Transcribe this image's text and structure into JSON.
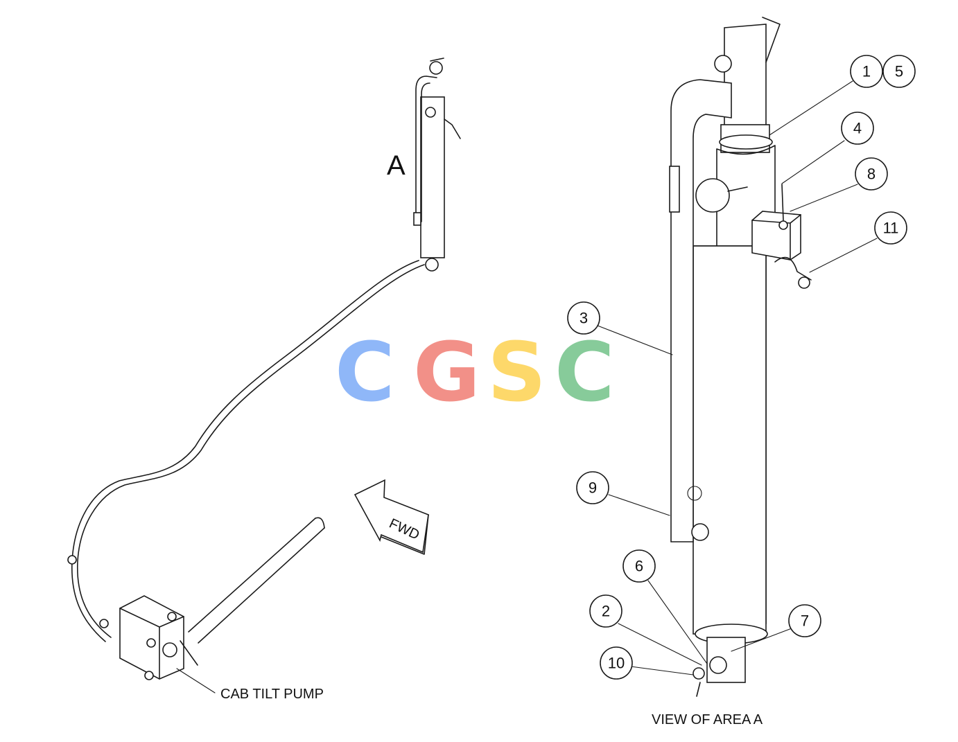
{
  "labels": {
    "area_marker": "A",
    "pump": "CAB TILT PUMP",
    "view": "VIEW OF AREA A",
    "arrow": "FWD"
  },
  "callouts": [
    {
      "id": "1",
      "text": "1"
    },
    {
      "id": "5",
      "text": "5"
    },
    {
      "id": "4",
      "text": "4"
    },
    {
      "id": "8",
      "text": "8"
    },
    {
      "id": "11",
      "text": "11"
    },
    {
      "id": "3",
      "text": "3"
    },
    {
      "id": "9",
      "text": "9"
    },
    {
      "id": "6",
      "text": "6"
    },
    {
      "id": "2",
      "text": "2"
    },
    {
      "id": "7",
      "text": "7"
    },
    {
      "id": "10",
      "text": "10"
    }
  ],
  "watermark": {
    "letters": [
      "C",
      "G",
      "S",
      "C"
    ],
    "colors": [
      "#8ab4f8",
      "#f28b82",
      "#fdd663",
      "#81c995"
    ]
  }
}
